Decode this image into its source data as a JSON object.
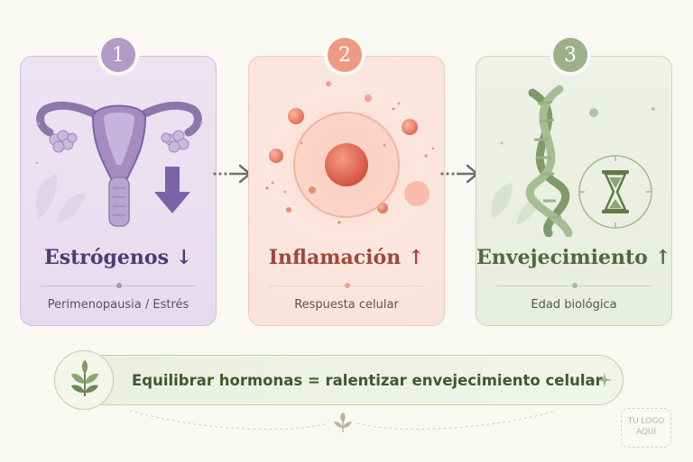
{
  "steps": [
    {
      "number": "1",
      "title": "Estrógenos ↓",
      "subtitle": "Perimenopausia / Estrés",
      "icon": "uterus-icon",
      "accent": "#b49ac6"
    },
    {
      "number": "2",
      "title": "Inflamación ↑",
      "subtitle": "Respuesta celular",
      "icon": "inflamed-cell-icon",
      "accent": "#ee9a82"
    },
    {
      "number": "3",
      "title": "Envejecimiento ↑",
      "subtitle": "Edad biológica",
      "icon": "dna-hourglass-icon",
      "accent": "#9cb08b"
    }
  ],
  "connectors": [
    "arrow-right-icon",
    "arrow-right-icon"
  ],
  "banner": {
    "text": "Equilibrar hormonas = ralentizar envejecimiento celular",
    "icon": "leaves-icon",
    "accent": "#3e5a2f"
  },
  "logo": {
    "line1": "TU LOGO",
    "line2": "AQUÍ"
  }
}
